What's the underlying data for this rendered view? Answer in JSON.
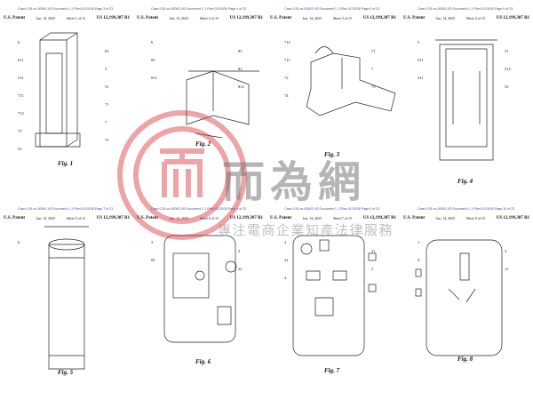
{
  "sheets": [
    {
      "case": "Case 0:26-cv-00063-XR   Document 1-1   Filed 01/20/26   Page 3 of 23",
      "patent": "U.S. Patent",
      "date": "Jan. 14, 2025",
      "sheet": "Sheet 1 of 15",
      "number": "US 12,199,387 B1",
      "fig": "Fig. 1",
      "labels": [
        "6",
        "61",
        "611",
        "5",
        "511",
        "51",
        "711",
        "71",
        "712",
        "7",
        "73",
        "72",
        "52"
      ]
    },
    {
      "case": "Case 0:26-cv-00063-XR   Document 1-1   Filed 01/20/26   Page 4 of 23",
      "patent": "U.S. Patent",
      "date": "Jan. 14, 2025",
      "sheet": "Sheet 2 of 15",
      "number": "US 12,199,387 B1",
      "fig": "Fig. 2",
      "labels": [
        "6",
        "83",
        "82",
        "81",
        "811",
        "812"
      ]
    },
    {
      "case": "Case 0:26-cv-00063-XR   Document 1-1   Filed 01/20/26   Page 5 of 23",
      "patent": "U.S. Patent",
      "date": "Jan. 14, 2025",
      "sheet": "Sheet 3 of 15",
      "number": "US 12,199,387 B1",
      "fig": "Fig. 3",
      "labels": [
        "712",
        "71",
        "711",
        "7",
        "72",
        "73",
        "74"
      ]
    },
    {
      "case": "Case 0:26-cv-00063-XR   Document 1-1   Filed 01/20/26   Page 6 of 23",
      "patent": "U.S. Patent",
      "date": "Jan. 14, 2025",
      "sheet": "Sheet 4 of 15",
      "number": "US 12,199,387 B1",
      "fig": "Fig. 4",
      "labels": [
        "5",
        "51",
        "511",
        "512",
        "521",
        "52"
      ]
    },
    {
      "case": "Case 0:26-cv-00063-XR   Document 1-1   Filed 01/20/26   Page 7 of 23",
      "patent": "U.S. Patent",
      "date": "Jan. 14, 2025",
      "sheet": "Sheet 5 of 15",
      "number": "US 12,199,387 B1",
      "fig": "Fig. 5",
      "labels": [
        "6"
      ]
    },
    {
      "case": "Case 0:26-cv-00063-XR   Document 1-1   Filed 01/20/26   Page 8 of 23",
      "patent": "U.S. Patent",
      "date": "Jan. 14, 2025",
      "sheet": "Sheet 6 of 15",
      "number": "US 12,199,387 B1",
      "fig": "Fig. 6",
      "labels": [
        "3",
        "2",
        "02",
        "22"
      ]
    },
    {
      "case": "Case 0:26-cv-00063-XR   Document 1-1   Filed 01/20/26   Page 9 of 23",
      "patent": "U.S. Patent",
      "date": "Jan. 14, 2025",
      "sheet": "Sheet 7 of 15",
      "number": "US 12,199,387 B1",
      "fig": "Fig. 7",
      "labels": [
        "2",
        "21",
        "22",
        "3",
        "4"
      ]
    },
    {
      "case": "Case 0:26-cv-00063-XR   Document 1-1   Filed 01/20/26   Page 10 of 23",
      "patent": "U.S. Patent",
      "date": "Jan. 14, 2025",
      "sheet": "Sheet 8 of 15",
      "number": "US 12,199,387 B1",
      "fig": "Fig. 8",
      "labels": [
        "1",
        "3",
        "4",
        "11"
      ]
    }
  ],
  "watermark": {
    "title": "而為網",
    "subtitle": "專注電商企業知產法律服務",
    "color": "#d9333a"
  }
}
